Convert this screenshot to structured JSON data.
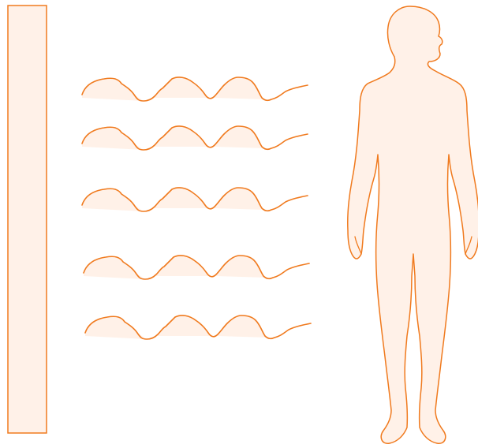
{
  "colors": {
    "stroke": "#F07A1E",
    "fill": "#FFF1E8"
  },
  "elements": {
    "panel": "panel",
    "waves": [
      "wave",
      "wave",
      "wave",
      "wave",
      "wave"
    ],
    "figure": "human-figure-silhouette"
  }
}
